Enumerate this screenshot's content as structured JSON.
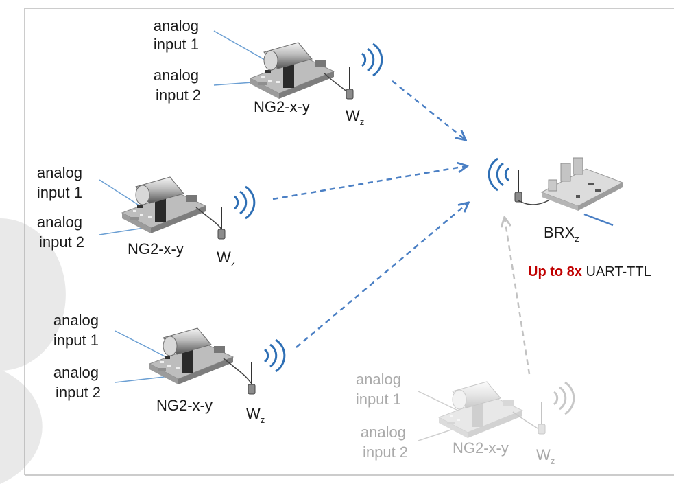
{
  "input_label_1": [
    "analog",
    "input 1"
  ],
  "input_label_2": [
    "analog",
    "input 2"
  ],
  "sensor_node": {
    "device": "NG2-x-y",
    "radio": "W",
    "radio_sub": "z"
  },
  "receiver": {
    "name": "BRX",
    "name_sub": "z",
    "capacity_highlight": "Up to 8x",
    "capacity_rest": "UART-TTL"
  },
  "colors": {
    "arrow": "#4a7fc4",
    "wave": "#2e6fb5",
    "highlight": "#c00000",
    "dimmed": "#aaaaaa",
    "frame": "#9a9a9a"
  }
}
